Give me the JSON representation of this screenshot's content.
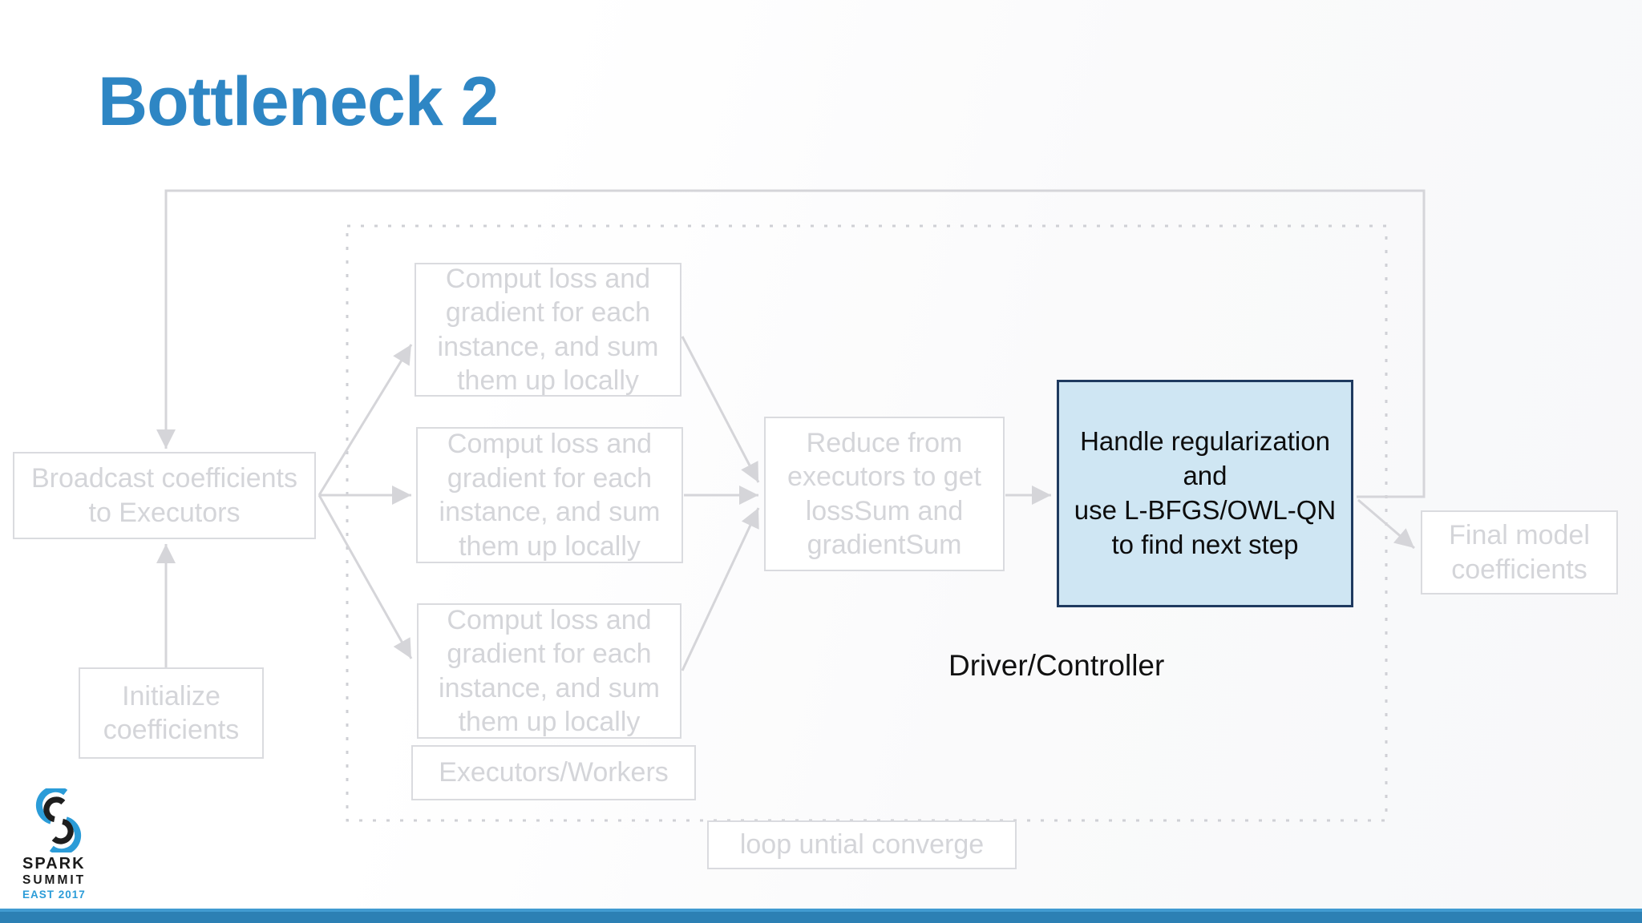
{
  "title": "Bottleneck 2",
  "nodes": {
    "broadcast": {
      "label": "Broadcast coefficients to Executors"
    },
    "initialize": {
      "label": "Initialize coefficients"
    },
    "compute1": {
      "label": "Comput loss and gradient for each instance, and sum them up locally"
    },
    "compute2": {
      "label": "Comput loss and gradient for each instance, and sum them up locally"
    },
    "compute3": {
      "label": "Comput loss and gradient for each instance, and sum them up locally"
    },
    "reduce": {
      "label": "Reduce from executors to get lossSum and gradientSum"
    },
    "handle_step": {
      "label": "Handle regularization\nand\nuse L-BFGS/OWL-QN\nto find next step"
    },
    "final_model": {
      "label": "Final model coefficients"
    },
    "executors_region": {
      "label": "Executors/Workers"
    },
    "loop_label": {
      "label": "loop untial converge"
    },
    "driver_label": {
      "label": "Driver/Controller"
    }
  },
  "logo": {
    "name": "SPARK",
    "summit": "SUMMIT",
    "east": "EAST",
    "year": "2017"
  },
  "colors": {
    "title_blue": "#2e86c4",
    "highlight_fill": "#cfe6f3",
    "highlight_border": "#1f3a5f",
    "muted_gray_text": "#d4d5d9",
    "muted_gray_line": "#d5d5d9",
    "dotted_region_border": "#cfd0d5",
    "footer_bar_blue": "#2c80b4",
    "footer_bar_highlight": "#419bd1",
    "logo_blue": "#2b9cd8",
    "dark_text": "#111111"
  }
}
